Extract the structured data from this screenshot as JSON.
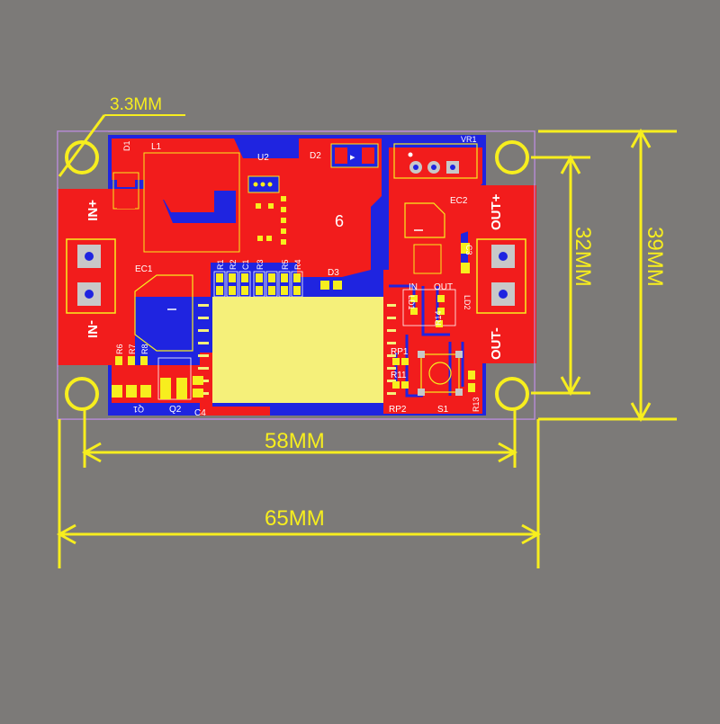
{
  "dimensions": {
    "hole": "3.3MM",
    "width_inner": "58MM",
    "width_outer": "65MM",
    "height_inner": "32MM",
    "height_outer": "39MM"
  },
  "terminals": {
    "in_plus": "+NI",
    "in_minus": "-NI",
    "out_plus": "OUT+",
    "out_minus": "OUT-"
  },
  "silkscreen": {
    "l1": "L1",
    "u2": "U2",
    "d2": "D2",
    "d1": "D1",
    "vr1": "VR1",
    "ec2": "EC2",
    "ec1": "EC1",
    "six": "6",
    "d3": "D3",
    "c3": "C3",
    "r1": "R1",
    "r2": "R2",
    "c1": "C1",
    "r3": "R3",
    "r5": "R5",
    "r4": "R4",
    "in": "IN",
    "out": "OUT",
    "ld1": "LD1",
    "ld2": "LD2",
    "r14": "R14",
    "rp1": "RP1",
    "r11": "R11",
    "rp2": "RP2",
    "s1": "S1",
    "r13": "R13",
    "r6": "R6",
    "r7": "R7",
    "r8": "R8",
    "q1": "Q1",
    "q2": "Q2",
    "c4": "C4"
  },
  "colors": {
    "background": "#7c7a78",
    "board_blue": "#1f24e0",
    "copper_red": "#f21c1c",
    "dimension_yellow": "#f7ee1e",
    "chip_pad_yellow": "#f5f07a"
  }
}
